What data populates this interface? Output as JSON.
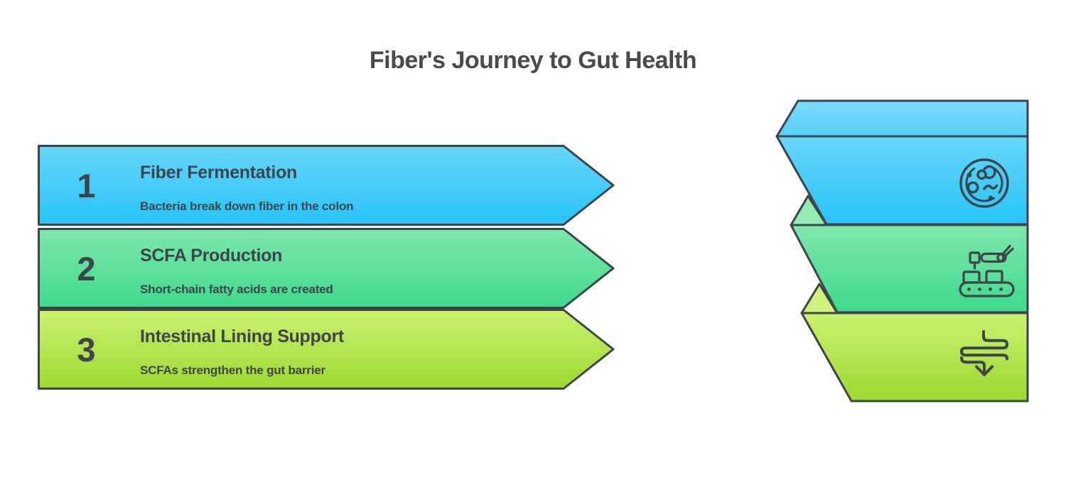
{
  "title": "Fiber's Journey to Gut Health",
  "steps": [
    {
      "number": "1",
      "title": "Fiber Fermentation",
      "description": "Bacteria break down fiber in the colon",
      "icon": "petri-dish-icon",
      "color_top": "#5ed3f9",
      "color_bottom": "#27c3f8"
    },
    {
      "number": "2",
      "title": "SCFA Production",
      "description": "Short-chain fatty acids are created",
      "icon": "conveyor-belt-icon",
      "color_top": "#7fe8ad",
      "color_bottom": "#3ed98a"
    },
    {
      "number": "3",
      "title": "Intestinal Lining Support",
      "description": "SCFAs strengthen the gut barrier",
      "icon": "intestine-arrow-icon",
      "color_top": "#c9f170",
      "color_bottom": "#9cd930"
    }
  ],
  "style": {
    "outline_color": "#3f4449",
    "title_color": "#4a4a4a",
    "text_color": "#3f444b",
    "background": "#ffffff"
  }
}
